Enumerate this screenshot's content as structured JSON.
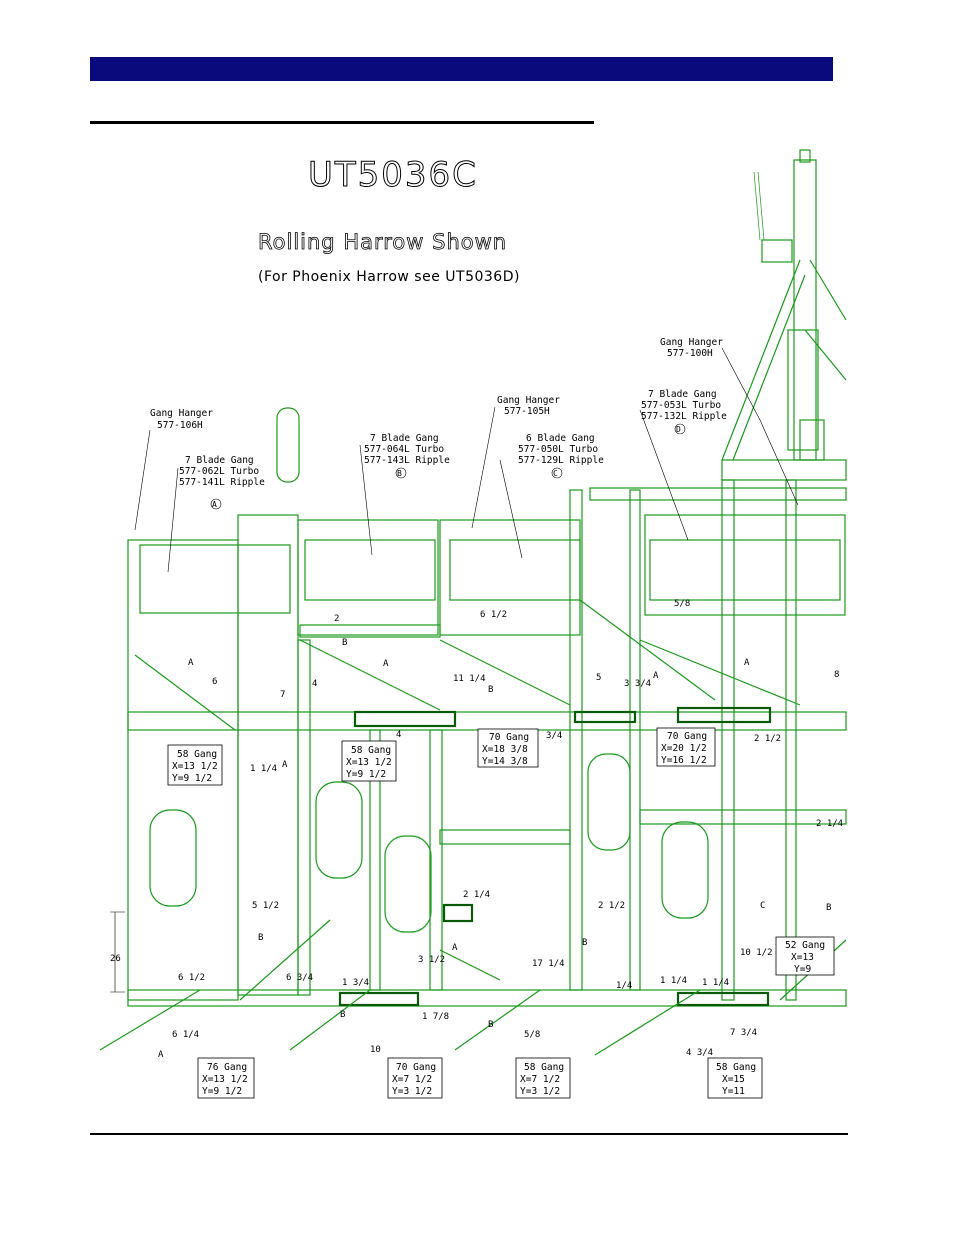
{
  "page": {
    "model": "UT5036C",
    "subtitle": "Rolling Harrow Shown",
    "note": "(For Phoenix Harrow see UT5036D)"
  },
  "callouts": [
    {
      "id": "hanger-106h",
      "lines": [
        "Gang Hanger",
        "577-106H"
      ]
    },
    {
      "id": "gang-a",
      "lines": [
        "7 Blade Gang",
        "577-062L Turbo",
        "577-141L Ripple"
      ],
      "letter": "A"
    },
    {
      "id": "gang-b",
      "lines": [
        "7 Blade Gang",
        "577-064L Turbo",
        "577-143L Ripple"
      ],
      "letter": "B"
    },
    {
      "id": "hanger-105h",
      "lines": [
        "Gang Hanger",
        "577-105H"
      ]
    },
    {
      "id": "gang-c",
      "lines": [
        "6 Blade Gang",
        "577-050L Turbo",
        "577-129L Ripple"
      ],
      "letter": "C"
    },
    {
      "id": "gang-d",
      "lines": [
        "7 Blade Gang",
        "577-053L Turbo",
        "577-132L Ripple"
      ],
      "letter": "D"
    },
    {
      "id": "hanger-100h",
      "lines": [
        "Gang Hanger",
        "577-100H"
      ]
    }
  ],
  "gang_boxes": [
    {
      "lines": [
        "58 Gang",
        "X=13 1/2",
        "Y=9  1/2"
      ]
    },
    {
      "lines": [
        "58 Gang",
        "X=13 1/2",
        "Y=9  1/2"
      ]
    },
    {
      "lines": [
        "70 Gang",
        "X=18 3/8",
        "Y=14 3/8"
      ]
    },
    {
      "lines": [
        "70 Gang",
        "X=20 1/2",
        "Y=16 1/2"
      ]
    },
    {
      "lines": [
        "52 Gang",
        "X=13",
        "Y=9"
      ]
    },
    {
      "lines": [
        "76 Gang",
        "X=13 1/2",
        "Y=9  1/2"
      ]
    },
    {
      "lines": [
        "70 Gang",
        "X=7  1/2",
        "Y=3  1/2"
      ]
    },
    {
      "lines": [
        "58 Gang",
        "X=7  1/2",
        "Y=3  1/2"
      ]
    },
    {
      "lines": [
        "58 Gang",
        "X=15",
        "Y=11"
      ]
    }
  ],
  "dimensions": [
    "6",
    "7",
    "2",
    "4",
    "11 1/4",
    "5",
    "3 3/4",
    "3/4",
    "5/8",
    "6 1/2",
    "1 1/4",
    "4",
    "2 1/2",
    "2 1/4",
    "5 1/2",
    "2 1/2",
    "2 1/4",
    "17 1/4",
    "10 1/2",
    "26",
    "6 1/2",
    "6 3/4",
    "1 3/4",
    "3 1/2",
    "1 7/8",
    "6 1/4",
    "10",
    "5/8",
    "4 3/4",
    "7 3/4",
    "1 1/4",
    "1/4",
    "1 1/4",
    "8"
  ],
  "section_letters": [
    "A",
    "B",
    "C"
  ],
  "colors": {
    "header": "#0a0a7c",
    "frame": "#1a9a1a",
    "frame_dark": "#0a5a0a"
  }
}
